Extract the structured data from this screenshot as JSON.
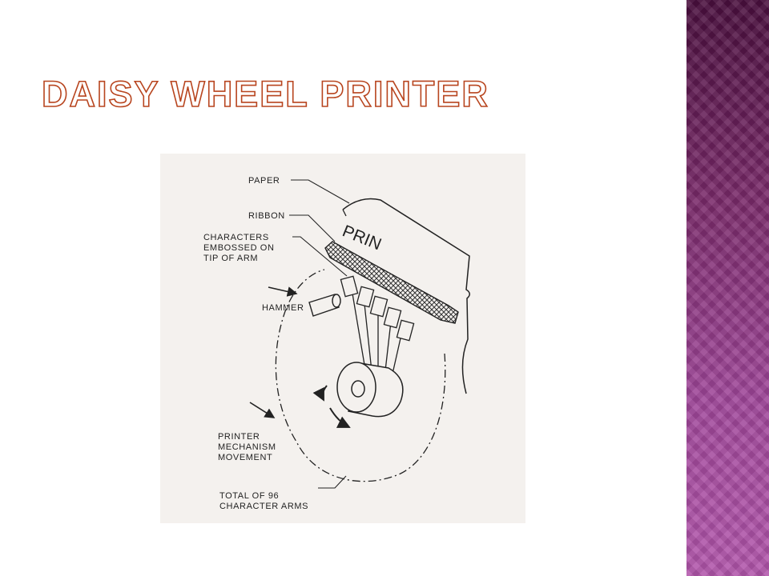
{
  "slide": {
    "title": "Daisy Wheel Printer"
  },
  "diagram": {
    "paper_label": "PAPER",
    "ribbon_label": "RIBBON",
    "characters_label": [
      "CHARACTERS",
      "EMBOSSED ON",
      "TIP OF ARM"
    ],
    "hammer_label": "HAMMER",
    "movement_label": [
      "PRINTER",
      "MECHANISM",
      "MOVEMENT"
    ],
    "total_label": [
      "TOTAL OF 96",
      "CHARACTER ARMS"
    ],
    "paper_text": "PRIN"
  },
  "colors": {
    "title_outline": "#b8451f",
    "sidebar_dark": "#4a0f3e",
    "sidebar_light": "#b256ab",
    "figure_bg": "#f4f1ee"
  }
}
